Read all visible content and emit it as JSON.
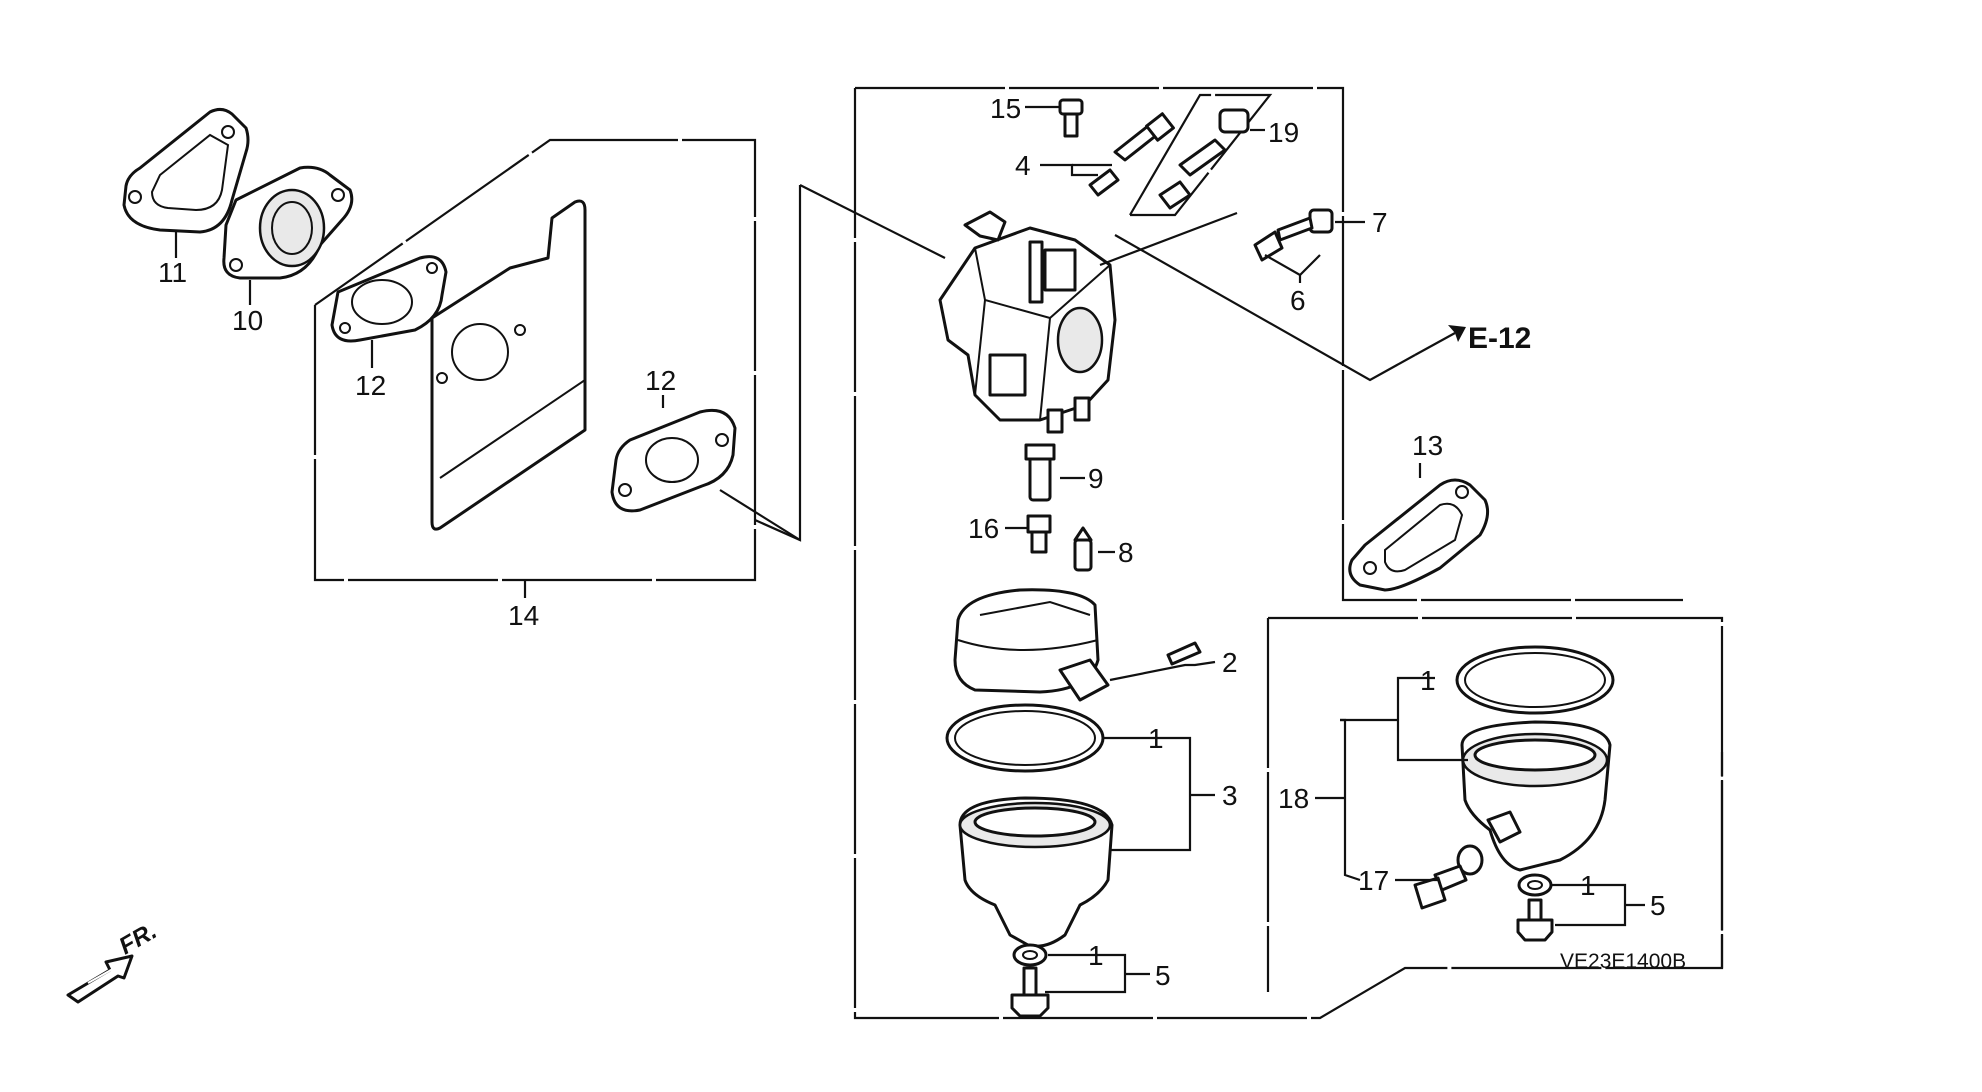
{
  "labels": {
    "p1a": "1",
    "p1b": "1",
    "p1c": "1",
    "p1d": "1",
    "p2": "2",
    "p3": "3",
    "p4": "4",
    "p5a": "5",
    "p5b": "5",
    "p6": "6",
    "p7": "7",
    "p8": "8",
    "p9": "9",
    "p10": "10",
    "p11": "11",
    "p12a": "12",
    "p12b": "12",
    "p13": "13",
    "p14": "14",
    "p15": "15",
    "p16": "16",
    "p17": "17",
    "p18": "18",
    "p19": "19"
  },
  "reference": "E-12",
  "direction": "FR.",
  "diagram_code": "VE23E1400B"
}
